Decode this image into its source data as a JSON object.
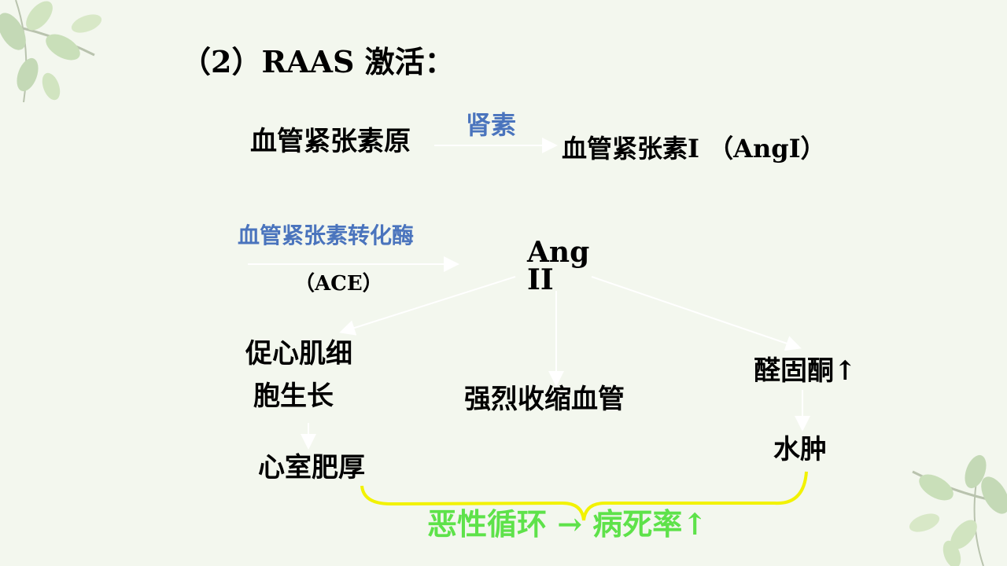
{
  "slide": {
    "title": "（2）RAAS 激活：",
    "angiotensinogen": "血管紧张素原",
    "renin": "肾素",
    "angI": "血管紧张素I （AngI）",
    "ace_name": "血管紧张素转化酶",
    "ace_abbr": "（ACE）",
    "angII_line1": "Ang",
    "angII_line2": "II",
    "myocyte_line1": "促心肌细",
    "myocyte_line2": "胞生长",
    "vasoconstriction": "强烈收缩血管",
    "aldosterone": "醛固酮↑",
    "hypertrophy": "心室肥厚",
    "edema": "水肿",
    "vicious_cycle": "恶性循环 → 病死率↑"
  },
  "colors": {
    "label_blue": "#4a74bd",
    "cycle_green": "#5ee24a",
    "brace_yellow": "#f2f200",
    "arrow_white": "#ffffff",
    "background": "#f3f7ee"
  },
  "icons": [
    "leaf-branch-top-left",
    "leaf-branch-bottom-right"
  ]
}
